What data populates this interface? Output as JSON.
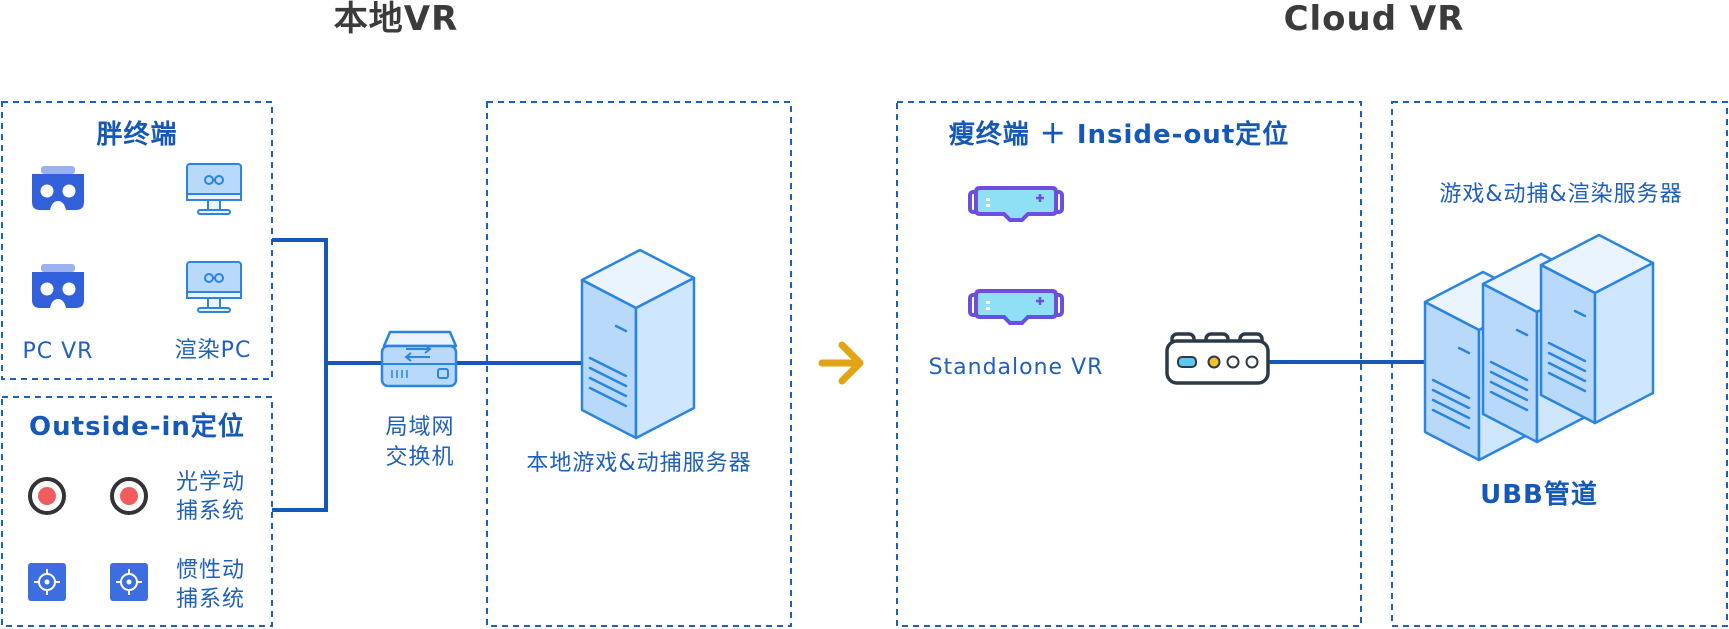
{
  "titles": {
    "local": "本地VR",
    "cloud": "Cloud VR"
  },
  "local": {
    "fat_terminal": {
      "heading": "胖终端",
      "items": [
        {
          "label": "PC VR",
          "icon": "vr-headset-icon"
        },
        {
          "label": "渲染PC",
          "icon": "monitor-icon"
        }
      ]
    },
    "outside_in": {
      "heading": "Outside-in定位",
      "rows": [
        {
          "label_line1": "光学动",
          "label_line2": "捕系统",
          "icon": "optical-camera-icon"
        },
        {
          "label_line1": "惯性动",
          "label_line2": "捕系统",
          "icon": "inertial-sensor-icon"
        }
      ]
    },
    "switch": {
      "label_line1": "局域网",
      "label_line2": "交换机",
      "icon": "lan-switch-icon"
    },
    "server": {
      "label": "本地游戏&动捕服务器",
      "icon": "server-icon"
    }
  },
  "cloud": {
    "thin_terminal": {
      "heading": "瘦终端 ＋ Inside-out定位",
      "device_label": "Standalone VR",
      "icon": "standalone-vr-headset-icon"
    },
    "gateway": {
      "icon": "router-icon"
    },
    "servers": {
      "label": "游戏&动捕&渲染服务器",
      "pipe_label": "UBB管道",
      "icon": "server-cluster-icon"
    }
  },
  "transition_arrow": {
    "icon": "arrow-right-icon",
    "color": "#e0a416"
  },
  "colors": {
    "primary_blue": "#1558b8",
    "light_blue": "#b9d9fb",
    "device_blue": "#3c6ee0",
    "headset_purple": "#7055e6",
    "title_gray": "#3b3b3b"
  }
}
